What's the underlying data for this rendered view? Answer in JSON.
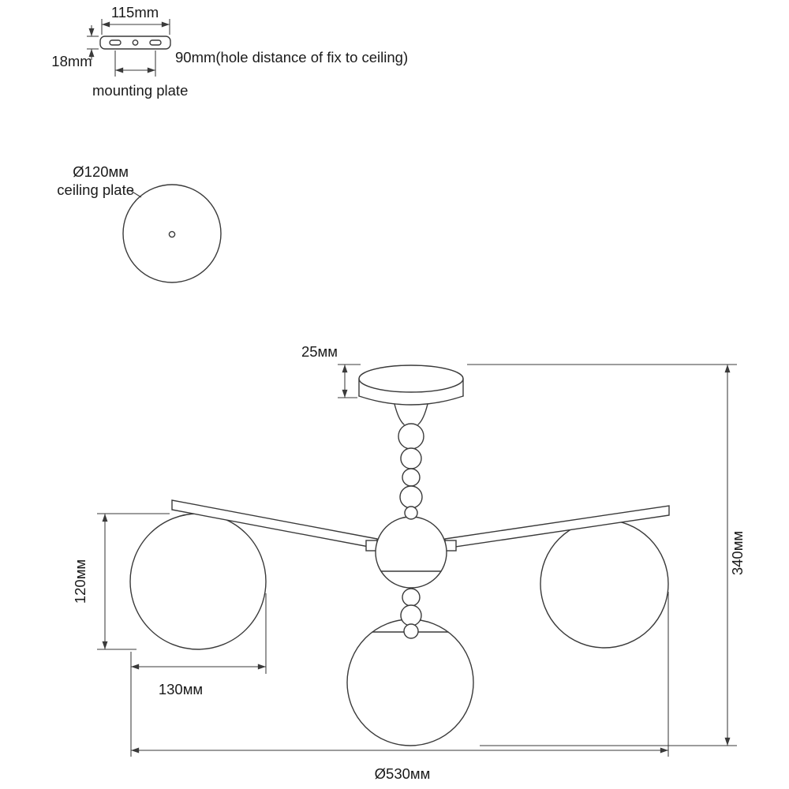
{
  "colors": {
    "line": "#3a3a3a",
    "text": "#1a1a1a",
    "background": "#ffffff"
  },
  "mounting_plate": {
    "width": "115mm",
    "thickness": "18mm",
    "hole_distance": "90mm(hole distance of fix to ceiling)",
    "caption": "mounting plate"
  },
  "ceiling_plate": {
    "diameter": "Ø120мм",
    "caption": "ceiling plate"
  },
  "chandelier": {
    "canopy_height": "25мм",
    "total_height": "340мм",
    "shade_height": "120мм",
    "shade_width": "130мм",
    "total_diameter": "Ø530мм"
  }
}
